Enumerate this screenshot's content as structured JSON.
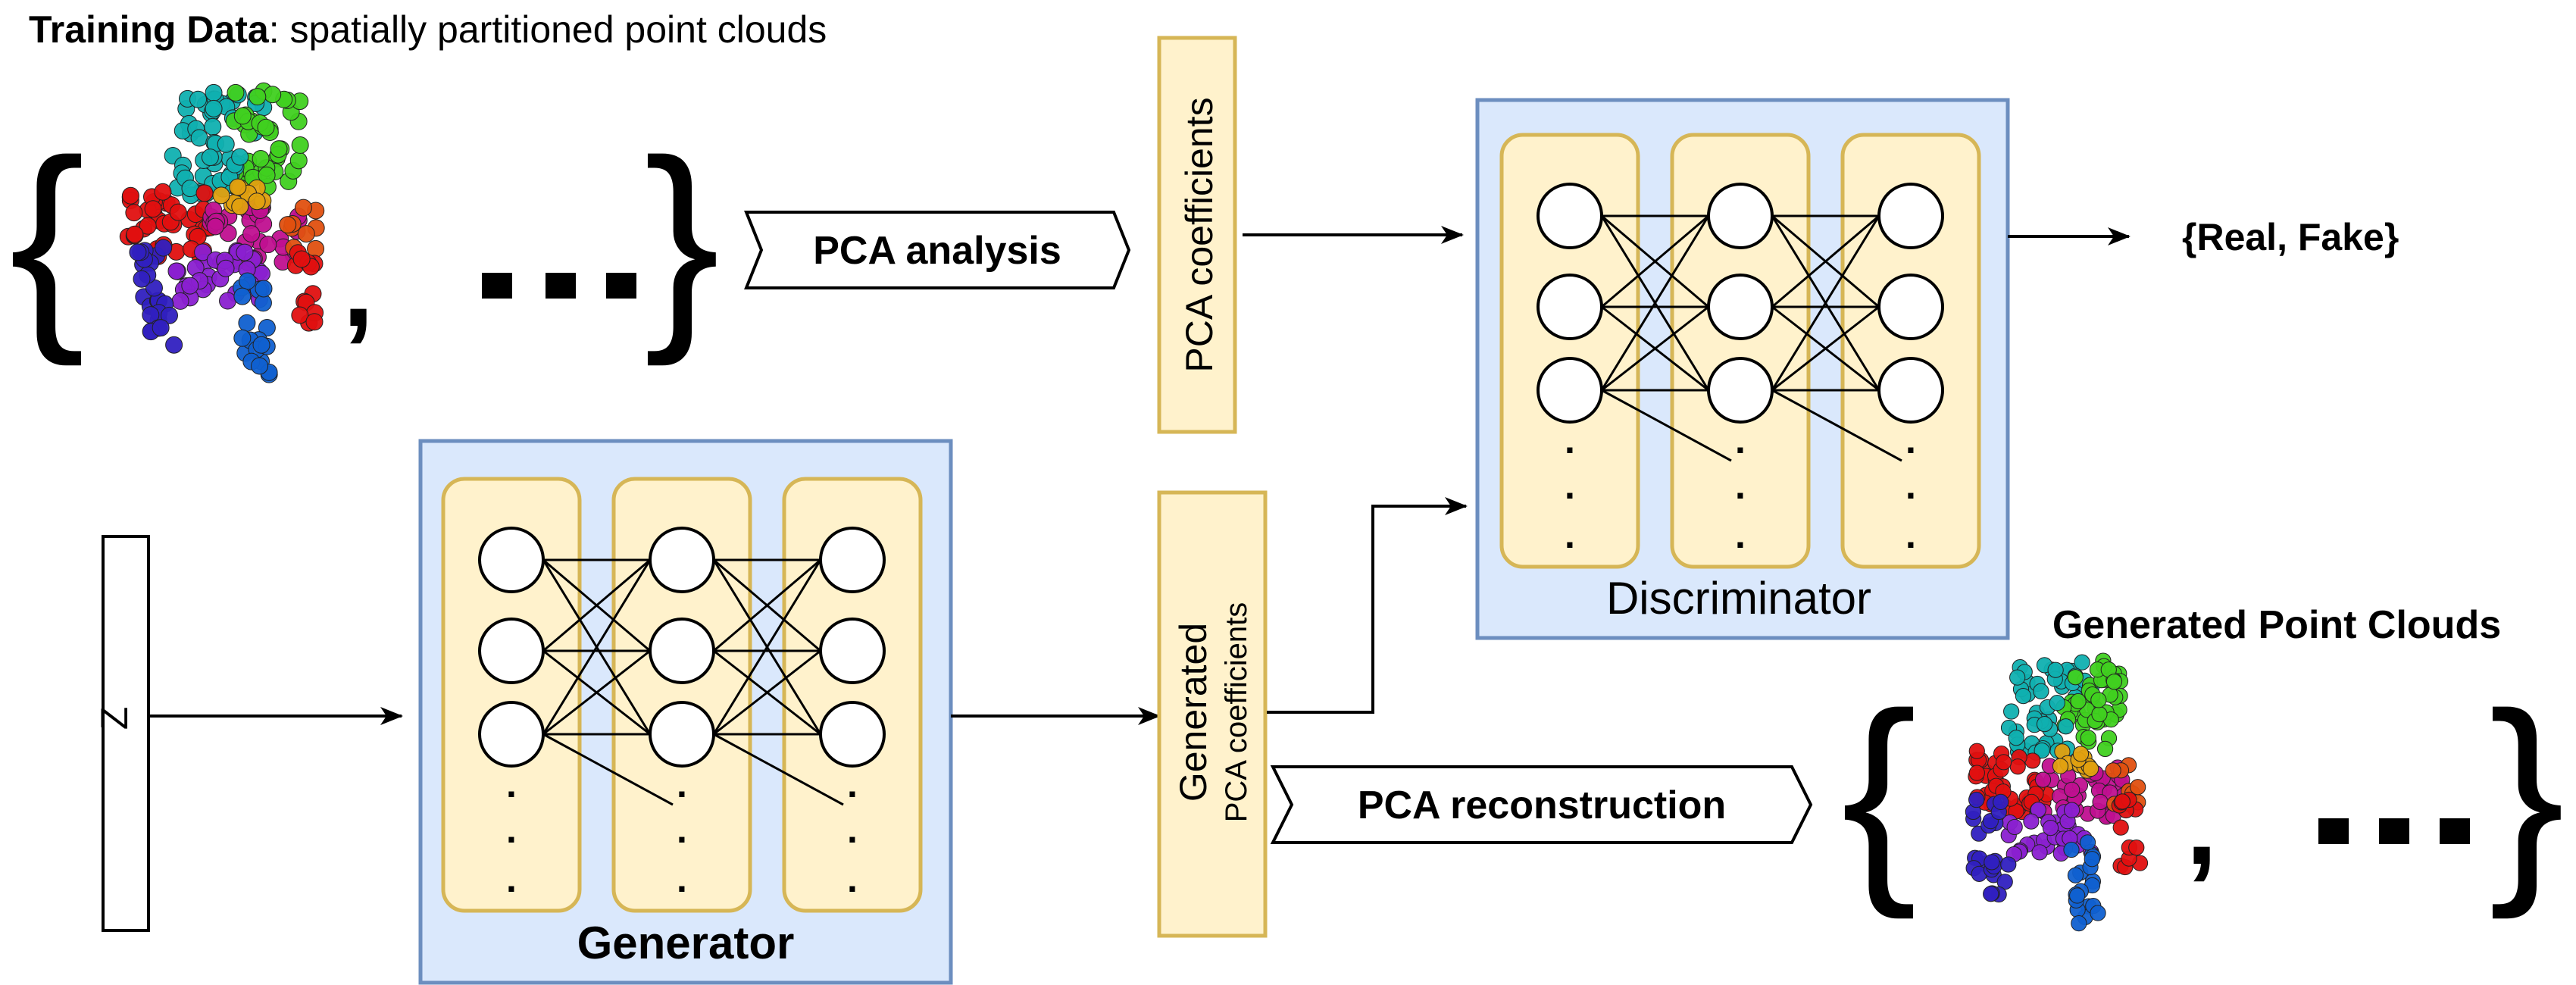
{
  "header": {
    "bold": "Training Data",
    "rest": ": spatially partitioned point clouds"
  },
  "training_set": {
    "open_brace": "{",
    "close_brace": "}",
    "comma": ",",
    "ellipsis": "..."
  },
  "pca_analysis": "PCA analysis",
  "pca_coefficients": "PCA coefficients",
  "output_label": "{Real, Fake}",
  "z_label": "Z",
  "generator_label": "Generator",
  "discriminator_label": "Discriminator",
  "generated_coef": {
    "line1": "Generated",
    "line2": "PCA coefficients"
  },
  "pca_reconstruction": "PCA reconstruction",
  "generated_title": "Generated Point Clouds",
  "generated_set": {
    "open_brace": "{",
    "close_brace": "}",
    "comma": ",",
    "ellipsis": "..."
  },
  "ellipsis_dot": ".",
  "colors": {
    "layer_fill": "#fff2cc",
    "layer_stroke": "#d6b656",
    "box_fill": "#dae8fc",
    "box_stroke": "#6c8ebf",
    "cloud_palette": [
      "#e01010",
      "#c01090",
      "#8a20d0",
      "#3020c0",
      "#1060d0",
      "#10b0b0",
      "#30c060",
      "#40d020",
      "#e0a010",
      "#e05010"
    ]
  }
}
